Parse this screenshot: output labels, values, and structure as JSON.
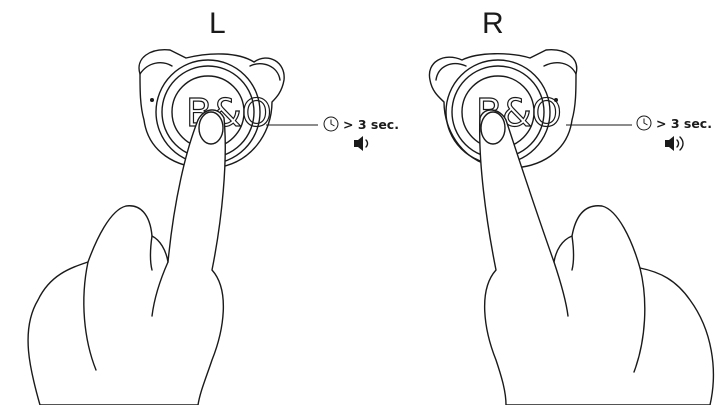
{
  "panels": [
    {
      "side_label": "L",
      "duration_text": "> 3 sec.",
      "icons": [
        "clock-icon",
        "speaker-volume-down-icon"
      ]
    },
    {
      "side_label": "R",
      "duration_text": "> 3 sec.",
      "icons": [
        "clock-icon",
        "speaker-volume-up-icon"
      ]
    }
  ],
  "logo_text": "B&O"
}
